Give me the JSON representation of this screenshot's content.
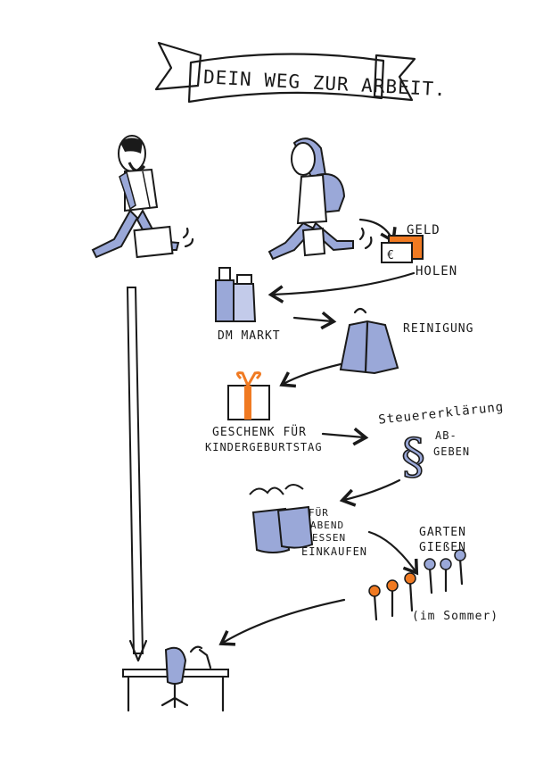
{
  "title": "DEIN WEG ZUR ARBEIT.",
  "labels": {
    "geld": "GELD",
    "holen": "HOLEN",
    "euro": "€",
    "dm_markt": "DM MARKT",
    "reinigung": "REINIGUNG",
    "geschenk_line1": "GESCHENK FÜR",
    "geschenk_line2": "KINDERGEBURTSTAG",
    "steuer_line1": "Steuererklärung",
    "steuer_ab": "AB-",
    "steuer_geben": "GEBEN",
    "paragraph": "§",
    "einkaufen_line1": "FÜR",
    "einkaufen_line2": "ABEND",
    "einkaufen_line3": "ESSEN",
    "einkaufen_line4": "EINKAUFEN",
    "garten_line1": "GARTEN",
    "garten_line2": "GIEßEN",
    "sommer": "(im Sommer)"
  },
  "colors": {
    "ink": "#1a1a1a",
    "blue": "#9aa8d8",
    "blue_light": "#c3cbea",
    "orange": "#f07a22",
    "paper": "#ffffff"
  }
}
